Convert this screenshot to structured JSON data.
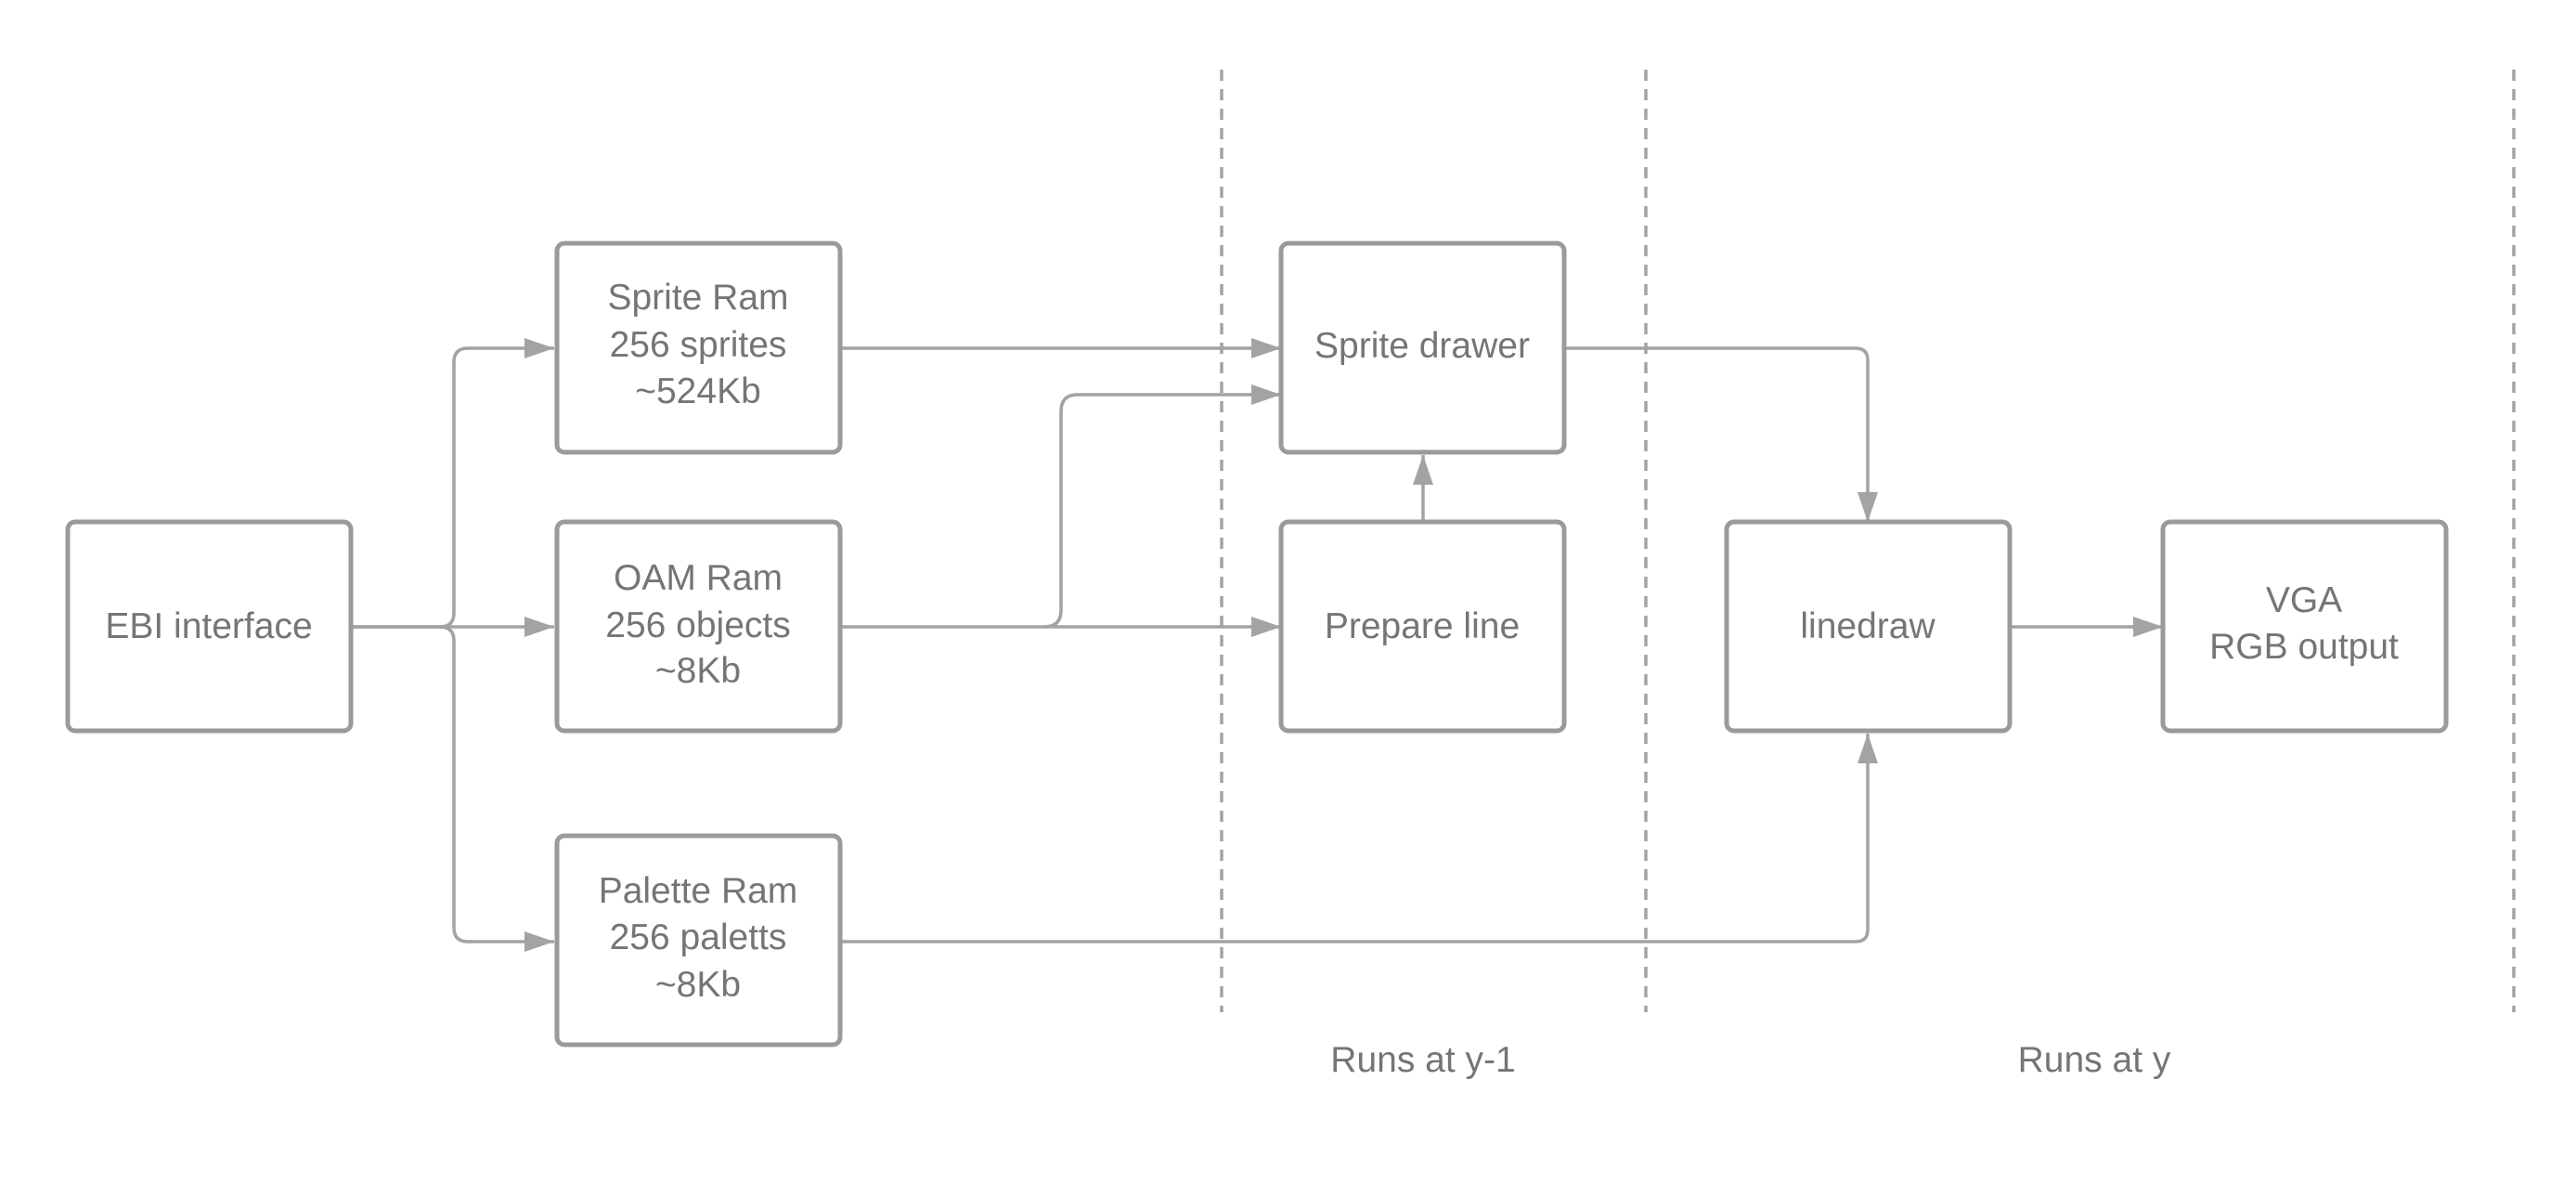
{
  "nodes": {
    "ebi": {
      "lines": [
        "EBI interface"
      ]
    },
    "sprite_ram": {
      "lines": [
        "Sprite Ram",
        "256 sprites",
        "~524Kb"
      ]
    },
    "oam_ram": {
      "lines": [
        "OAM Ram",
        "256 objects",
        "~8Kb"
      ]
    },
    "palette_ram": {
      "lines": [
        "Palette Ram",
        "256 paletts",
        "~8Kb"
      ]
    },
    "sprite_drawer": {
      "lines": [
        "Sprite drawer"
      ]
    },
    "prepare_line": {
      "lines": [
        "Prepare line"
      ]
    },
    "linedraw": {
      "lines": [
        "linedraw"
      ]
    },
    "vga": {
      "lines": [
        "VGA",
        "RGB output"
      ]
    }
  },
  "edges": [
    {
      "from": "ebi",
      "to": "sprite_ram"
    },
    {
      "from": "ebi",
      "to": "oam_ram"
    },
    {
      "from": "ebi",
      "to": "palette_ram"
    },
    {
      "from": "sprite_ram",
      "to": "sprite_drawer"
    },
    {
      "from": "oam_ram",
      "to": "sprite_drawer"
    },
    {
      "from": "oam_ram",
      "to": "prepare_line"
    },
    {
      "from": "prepare_line",
      "to": "sprite_drawer"
    },
    {
      "from": "sprite_drawer",
      "to": "linedraw"
    },
    {
      "from": "palette_ram",
      "to": "linedraw"
    },
    {
      "from": "linedraw",
      "to": "vga"
    }
  ],
  "regions": {
    "stage_1": "Runs at y-1",
    "stage_2": "Runs at y"
  },
  "colors": {
    "box_stroke": "#9a9a9a",
    "edge": "#a3a3a3",
    "text": "#757575",
    "background": "#ffffff"
  }
}
